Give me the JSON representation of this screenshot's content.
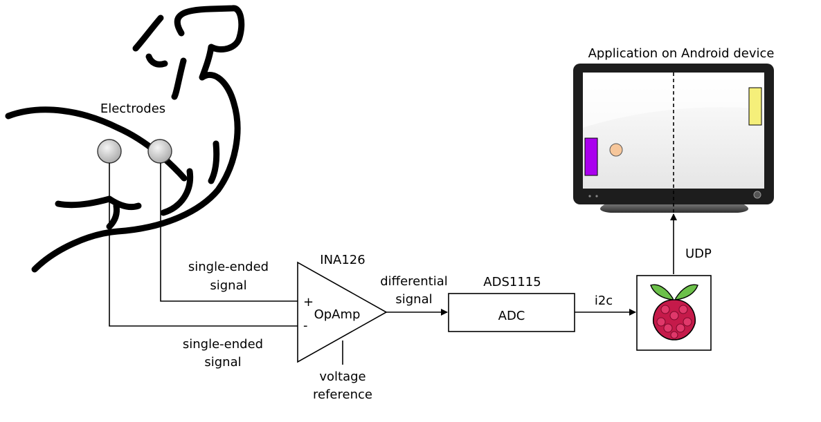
{
  "labels": {
    "electrodes": "Electrodes",
    "signal_top_line1": "single-ended",
    "signal_top_line2": "signal",
    "signal_bottom_line1": "single-ended",
    "signal_bottom_line2": "signal",
    "ina": "INA126",
    "plus": "+",
    "minus": "-",
    "opamp": "OpAmp",
    "voltage_ref_line1": "voltage",
    "voltage_ref_line2": "reference",
    "differential_line1": "differential",
    "differential_line2": "signal",
    "ads": "ADS1115",
    "adc": "ADC",
    "i2c": "i2c",
    "udp": "UDP",
    "app_title": "Application on Android device"
  },
  "colors": {
    "paddle_left": "#aa00ee",
    "paddle_right": "#f5ef7a",
    "ball": "#f6c69a",
    "raspberry_red": "#c51a4a",
    "raspberry_leaf": "#6cc04a",
    "electrode": "#d4d4d4",
    "tv_frame": "#1d1d1d"
  },
  "icons": {
    "arm": "flexed-arm-icon",
    "raspberry_pi": "raspberry-pi-icon",
    "tablet": "tablet-screen-icon"
  }
}
